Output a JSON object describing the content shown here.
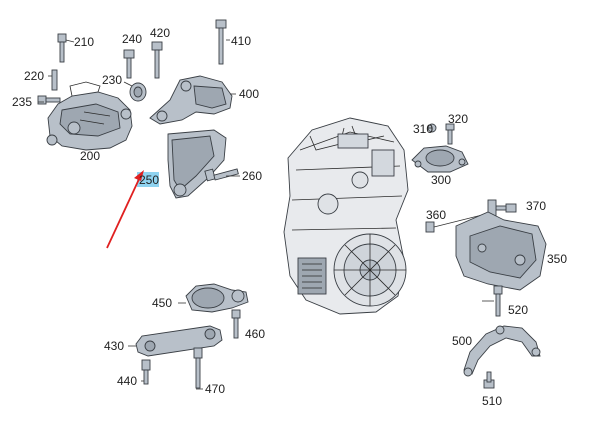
{
  "highlight_color": "#8fd3f0",
  "arrow_color": "#e02020",
  "callouts": [
    {
      "id": "c210",
      "text": "210"
    },
    {
      "id": "c220",
      "text": "220"
    },
    {
      "id": "c230",
      "text": "230"
    },
    {
      "id": "c235",
      "text": "235"
    },
    {
      "id": "c200",
      "text": "200"
    },
    {
      "id": "c240",
      "text": "240"
    },
    {
      "id": "c420",
      "text": "420"
    },
    {
      "id": "c410",
      "text": "410"
    },
    {
      "id": "c400",
      "text": "400"
    },
    {
      "id": "c250",
      "text": "250"
    },
    {
      "id": "c260",
      "text": "260"
    },
    {
      "id": "c310",
      "text": "310"
    },
    {
      "id": "c320",
      "text": "320"
    },
    {
      "id": "c300",
      "text": "300"
    },
    {
      "id": "c360",
      "text": "360"
    },
    {
      "id": "c370",
      "text": "370"
    },
    {
      "id": "c350",
      "text": "350"
    },
    {
      "id": "c520",
      "text": "520"
    },
    {
      "id": "c500",
      "text": "500"
    },
    {
      "id": "c510",
      "text": "510"
    },
    {
      "id": "c450",
      "text": "450"
    },
    {
      "id": "c460",
      "text": "460"
    },
    {
      "id": "c430",
      "text": "430"
    },
    {
      "id": "c440",
      "text": "440"
    },
    {
      "id": "c470",
      "text": "470"
    }
  ]
}
